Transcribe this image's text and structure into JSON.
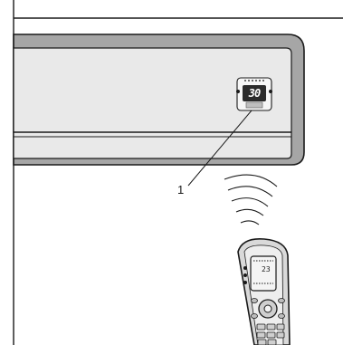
{
  "callout_label": "1",
  "unit_display": "30",
  "remote_display": "23",
  "colors": {
    "line": "#1a1a1a",
    "unit_body": "#e7e7e7",
    "unit_shadow": "#a6a6a6",
    "display_bg": "#2b2b2b",
    "remote_body": "#d9d9d9"
  }
}
